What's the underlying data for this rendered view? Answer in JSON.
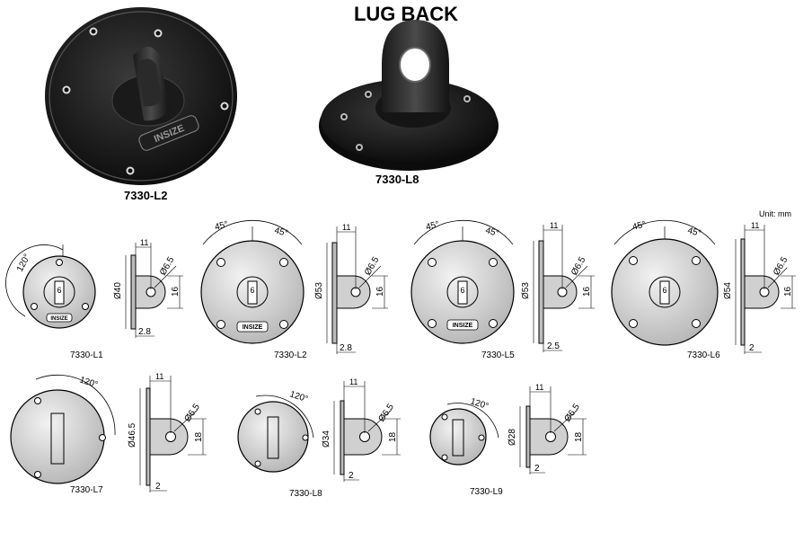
{
  "title": "LUG BACK",
  "unit": "Unit: mm",
  "photos": [
    {
      "label": "7330-L2"
    },
    {
      "label": "7330-L8"
    }
  ],
  "brand": "INSIZE",
  "row1": [
    {
      "model": "7330-L1",
      "angle": "120°",
      "center": "6",
      "dia": "Ø40",
      "thk": "2.8",
      "len": "11",
      "hole": "Ø6.5",
      "h": "16"
    },
    {
      "model": "7330-L2",
      "angle": "45°",
      "angle2": "45°",
      "center": "6",
      "dia": "Ø53",
      "thk": "2.8",
      "len": "11",
      "hole": "Ø6.5",
      "h": "16"
    },
    {
      "model": "7330-L5",
      "angle": "45°",
      "angle2": "45°",
      "center": "6",
      "dia": "Ø53",
      "thk": "2.5",
      "len": "11",
      "hole": "Ø6.5",
      "h": "16"
    },
    {
      "model": "7330-L6",
      "angle": "45°",
      "angle2": "45°",
      "center": "6",
      "dia": "Ø54",
      "thk": "2",
      "len": "11",
      "hole": "Ø6.5",
      "h": "16"
    }
  ],
  "row2": [
    {
      "model": "7330-L7",
      "angle": "120°",
      "dia": "Ø46.5",
      "thk": "2",
      "len": "11",
      "hole": "Ø6.5",
      "h": "18"
    },
    {
      "model": "7330-L8",
      "angle": "120°",
      "dia": "Ø34",
      "thk": "2",
      "len": "11",
      "hole": "Ø6.5",
      "h": "18"
    },
    {
      "model": "7330-L9",
      "angle": "120°",
      "dia": "Ø28",
      "thk": "2",
      "len": "11",
      "hole": "Ø6.5",
      "h": "18"
    }
  ]
}
